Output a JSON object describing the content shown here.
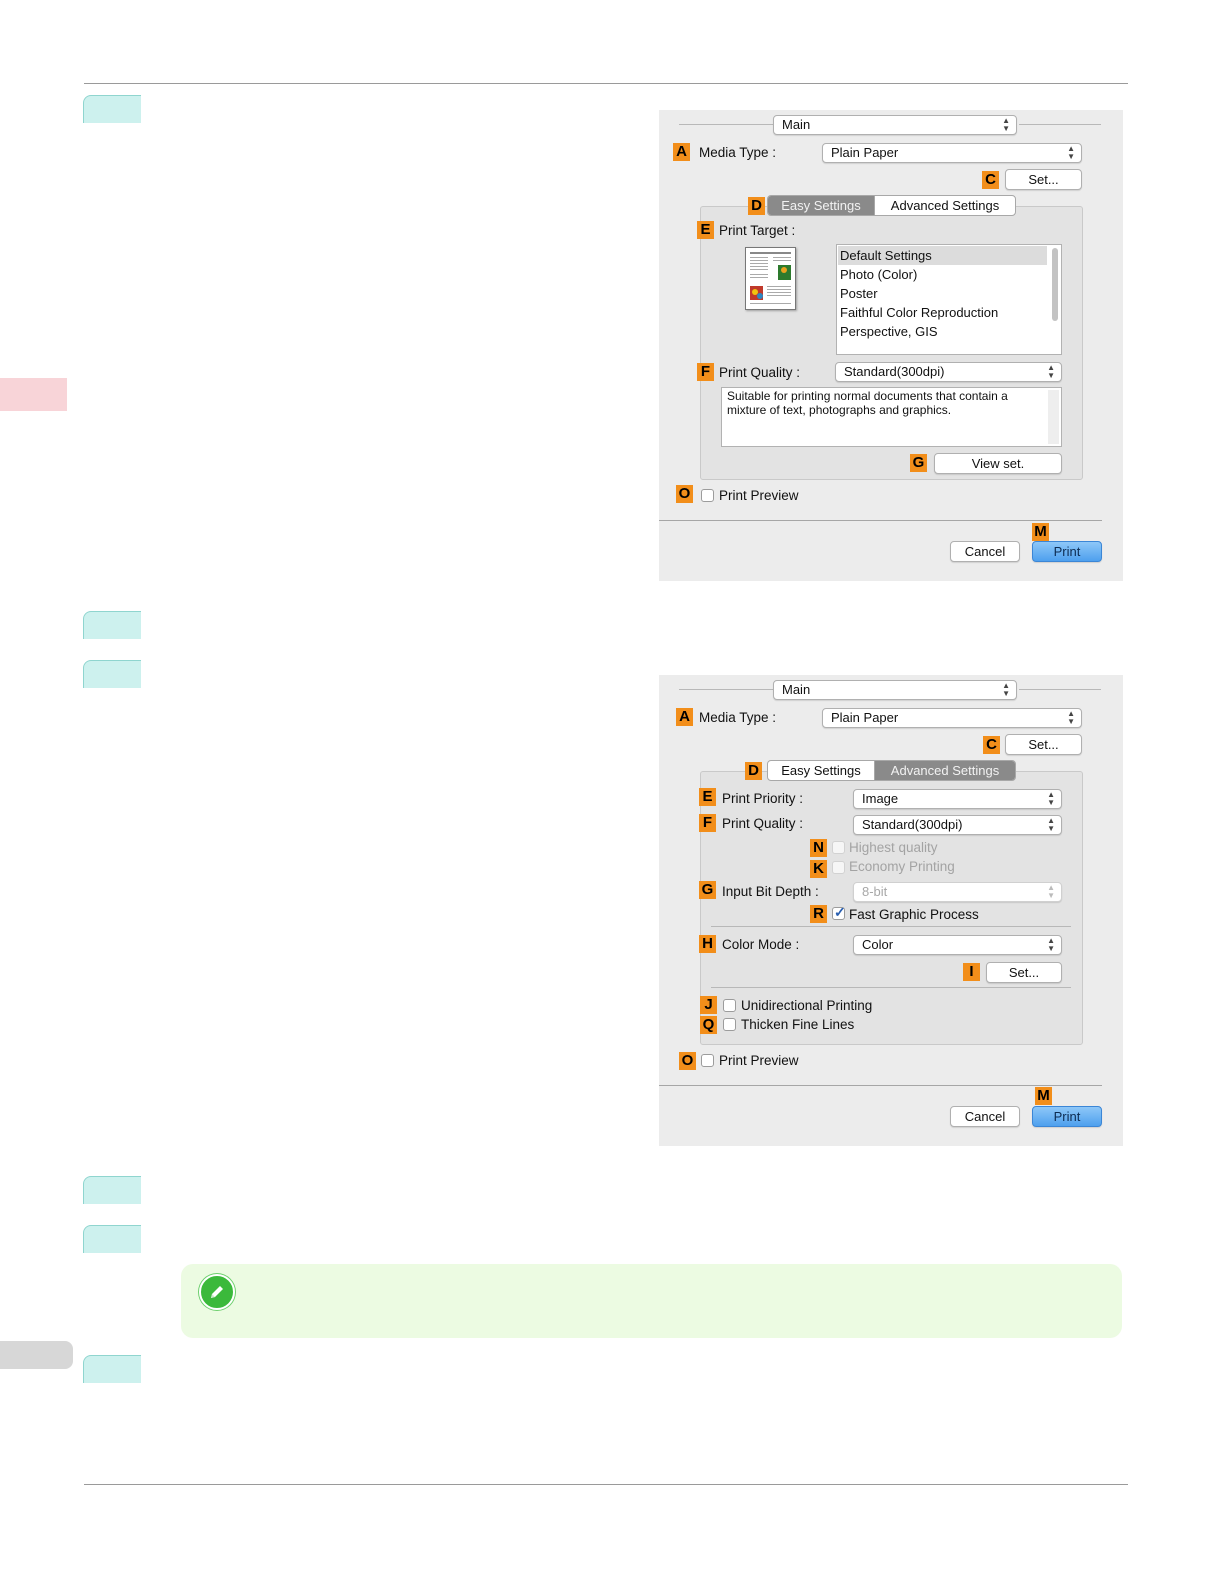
{
  "dialog1": {
    "panel_popup": "Main",
    "media_type_label": "Media Type :",
    "media_type_value": "Plain Paper",
    "set_button": "Set...",
    "tabs": [
      "Easy Settings",
      "Advanced Settings"
    ],
    "selected_tab": "Easy Settings",
    "print_target_label": "Print Target :",
    "print_target_items": [
      "Default Settings",
      "Photo (Color)",
      "Poster",
      "Faithful Color Reproduction",
      "Perspective, GIS"
    ],
    "print_target_selected": "Default Settings",
    "print_quality_label": "Print Quality :",
    "print_quality_value": "Standard(300dpi)",
    "description_line1": "Suitable for printing normal documents that contain a",
    "description_line2": "mixture of text, photographs and graphics.",
    "view_set_button": "View set.",
    "print_preview_label": "Print Preview",
    "cancel_button": "Cancel",
    "print_button": "Print",
    "badges": {
      "A": "A",
      "C": "C",
      "D": "D",
      "E": "E",
      "F": "F",
      "G": "G",
      "O": "O",
      "M": "M"
    }
  },
  "dialog2": {
    "panel_popup": "Main",
    "media_type_label": "Media Type :",
    "media_type_value": "Plain Paper",
    "set_button": "Set...",
    "tabs": [
      "Easy Settings",
      "Advanced Settings"
    ],
    "selected_tab": "Advanced Settings",
    "print_priority_label": "Print Priority :",
    "print_priority_value": "Image",
    "print_quality_label": "Print Quality :",
    "print_quality_value": "Standard(300dpi)",
    "highest_quality_label": "Highest quality",
    "economy_printing_label": "Economy Printing",
    "input_bit_depth_label": "Input Bit Depth :",
    "input_bit_depth_value": "8-bit",
    "fast_graphic_label": "Fast Graphic Process",
    "fast_graphic_checked": true,
    "color_mode_label": "Color Mode :",
    "color_mode_value": "Color",
    "color_set_button": "Set...",
    "unidirectional_label": "Unidirectional Printing",
    "thicken_label": "Thicken Fine Lines",
    "print_preview_label": "Print Preview",
    "cancel_button": "Cancel",
    "print_button": "Print",
    "badges": {
      "A": "A",
      "C": "C",
      "D": "D",
      "E": "E",
      "F": "F",
      "N": "N",
      "K": "K",
      "G": "G",
      "R": "R",
      "H": "H",
      "I": "I",
      "J": "J",
      "Q": "Q",
      "O": "O",
      "M": "M"
    }
  },
  "note": {
    "icon": "pencil-icon"
  },
  "colors": {
    "badge": "#f28e1a",
    "step_tab": "#cdf1ee",
    "note_background": "#ecfbe2",
    "print_button": "#4ea0ee",
    "side_tab_pink": "#f8d4d8",
    "side_tab_gray": "#d7d7d7"
  }
}
